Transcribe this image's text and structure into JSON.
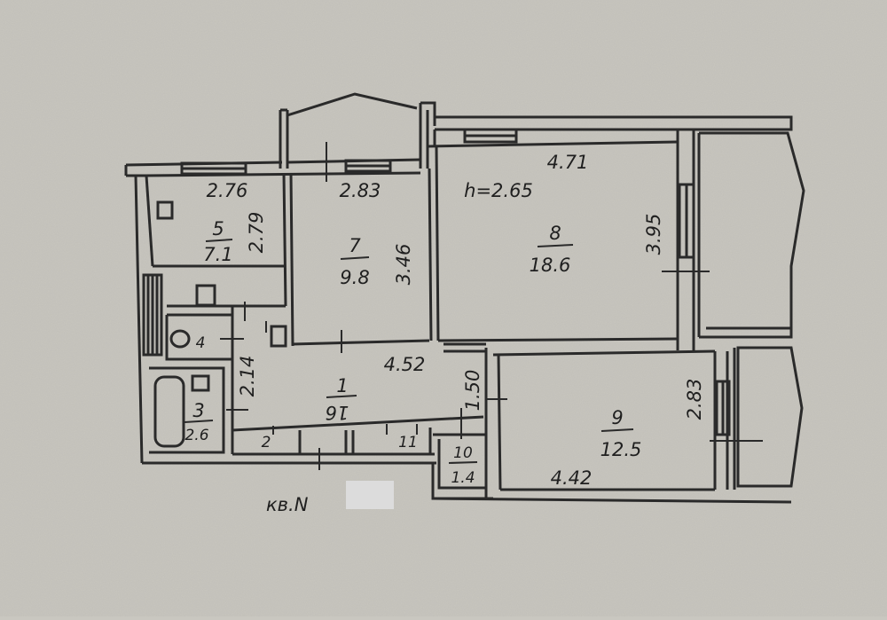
{
  "plan": {
    "ceiling_height": "h=2.65",
    "apartment_label": "кв.N",
    "rooms": [
      {
        "id": "room-1",
        "number": "1",
        "area": "16"
      },
      {
        "id": "room-3",
        "number": "3",
        "area": "2.6"
      },
      {
        "id": "room-4",
        "number": "4",
        "area": ""
      },
      {
        "id": "room-5",
        "number": "5",
        "area": "7.1"
      },
      {
        "id": "room-7",
        "number": "7",
        "area": "9.8"
      },
      {
        "id": "room-8",
        "number": "8",
        "area": "18.6"
      },
      {
        "id": "room-9",
        "number": "9",
        "area": "12.5"
      },
      {
        "id": "room-10",
        "number": "10",
        "area": "1.4"
      },
      {
        "id": "room-2",
        "number": "2",
        "area": ""
      },
      {
        "id": "room-11",
        "number": "11",
        "area": ""
      }
    ],
    "dimensions": {
      "r5_width": "2.76",
      "r5_depth": "2.79",
      "r7_width": "2.83",
      "r7_depth": "3.46",
      "r8_width": "4.71",
      "r8_depth": "3.95",
      "hall_length": "4.52",
      "hall_width_left": "2.14",
      "hall_width_right": "1.50",
      "r9_depth": "2.83",
      "r9_width": "4.42"
    }
  }
}
